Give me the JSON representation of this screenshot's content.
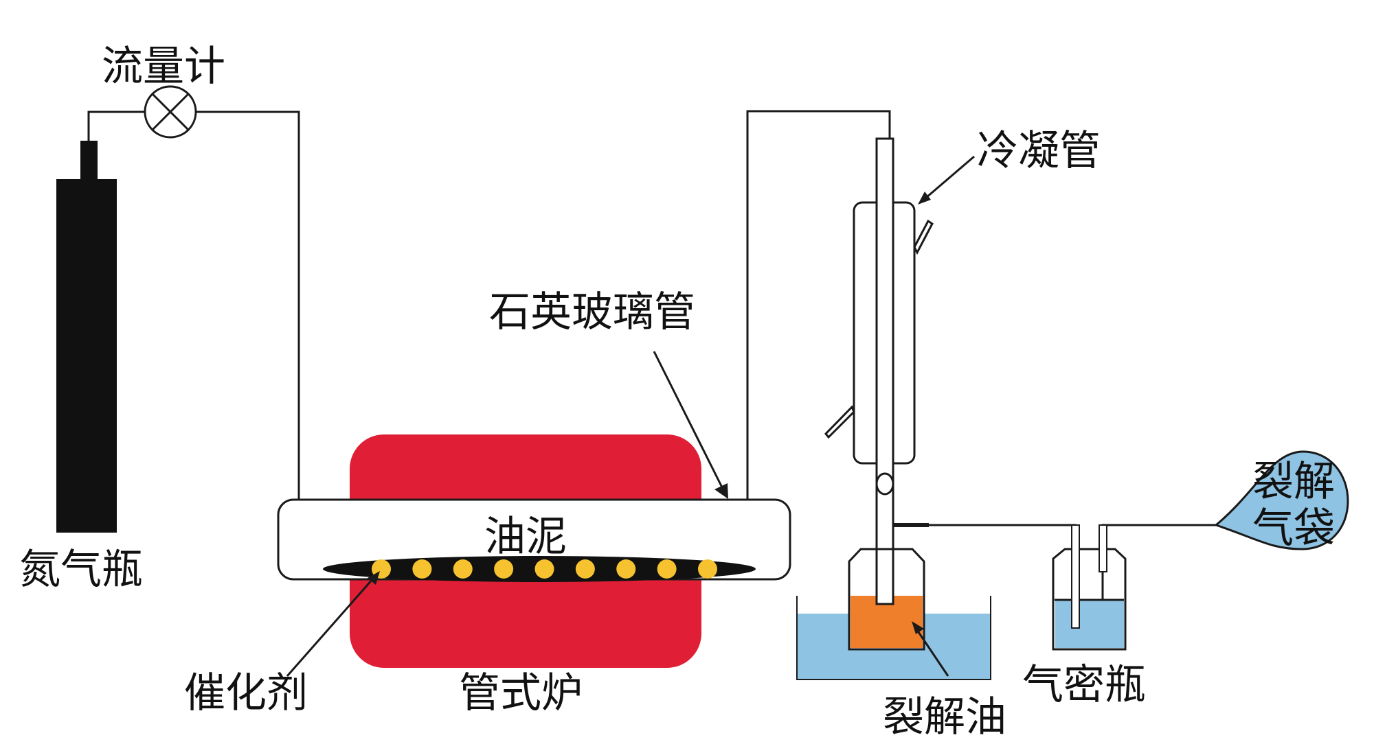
{
  "labels": {
    "flowmeter": "流量计",
    "nitrogen_cylinder": "氮气瓶",
    "quartz_tube": "石英玻璃管",
    "oil_sludge": "油泥",
    "catalyst": "催化剂",
    "tube_furnace": "管式炉",
    "condenser": "冷凝管",
    "cracked_oil": "裂解油",
    "airtight_bottle": "气密瓶",
    "gas_bag_line1": "裂解",
    "gas_bag_line2": "气袋"
  },
  "colors": {
    "furnace": "#e01e35",
    "cylinder": "#111111",
    "catalyst": "#f6c230",
    "cooling_water": "#8fc3e3",
    "cracked_oil": "#f07f2c",
    "gas_bag": "#8fc3e3",
    "line": "#1a1a1a"
  },
  "icons": {
    "flowmeter": "valve-cross-icon"
  },
  "catalyst_count": 9
}
